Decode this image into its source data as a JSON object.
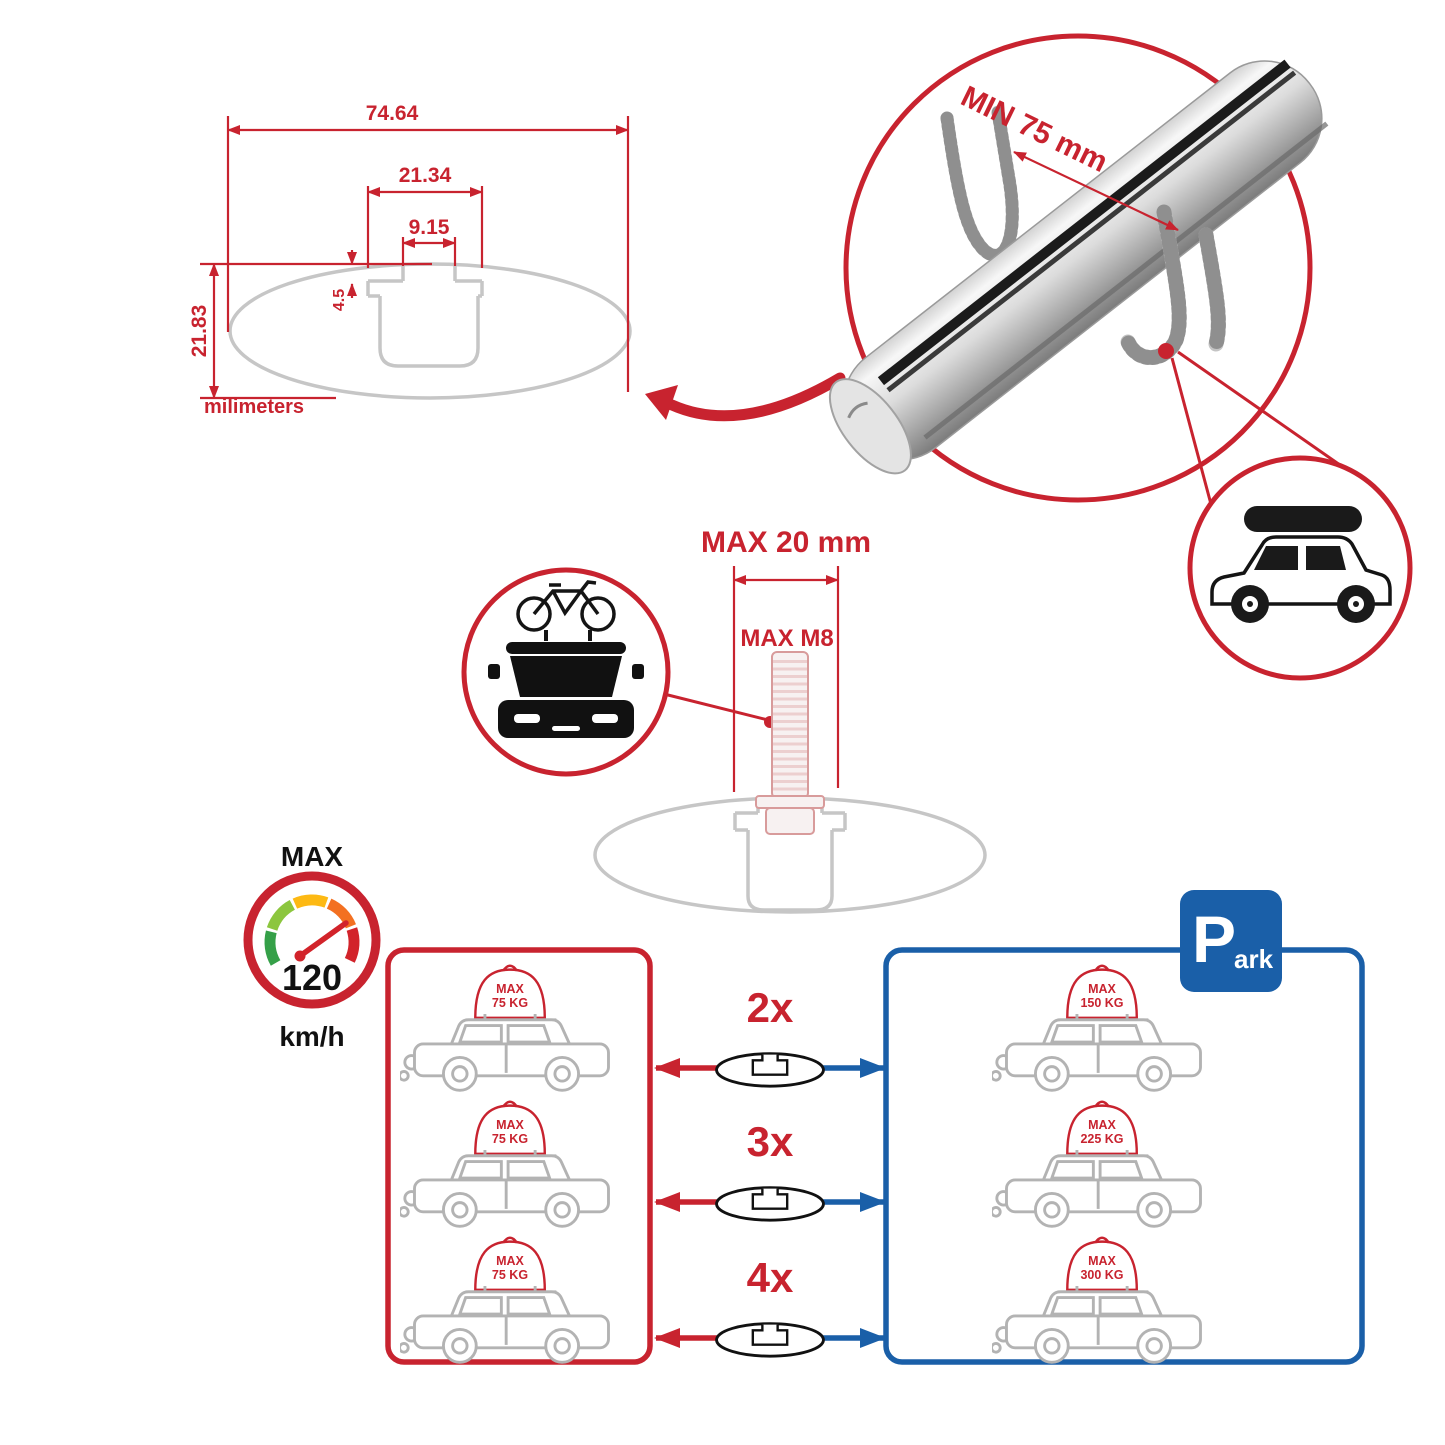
{
  "colors": {
    "accent_red": "#c8232f",
    "accent_blue": "#1a5fa8",
    "outline_gray": "#c6c6c6",
    "car_gray": "#b3b3b3"
  },
  "profile_dimensions": {
    "total_width": "74.64",
    "channel_outer_width": "21.34",
    "channel_slot_width": "9.15",
    "lip_depth": "4.5",
    "total_height": "21.83",
    "unit_label": "milimeters"
  },
  "bar_closeup": {
    "clamp_min_label": "MIN 75 mm"
  },
  "mount_bolt": {
    "max_length_label": "MAX 20 mm",
    "max_thread_label": "MAX M8"
  },
  "speed_limit": {
    "label": "MAX",
    "value": "120",
    "unit": "km/h"
  },
  "parking_sign": {
    "letter": "P",
    "suffix": "ark"
  },
  "capacity_rows": [
    {
      "multiplier": "2x",
      "left_car": {
        "label": "MAX",
        "value": "75 KG"
      },
      "right_car": {
        "label": "MAX",
        "value": "150 KG"
      }
    },
    {
      "multiplier": "3x",
      "left_car": {
        "label": "MAX",
        "value": "75 KG"
      },
      "right_car": {
        "label": "MAX",
        "value": "225 KG"
      }
    },
    {
      "multiplier": "4x",
      "left_car": {
        "label": "MAX",
        "value": "75 KG"
      },
      "right_car": {
        "label": "MAX",
        "value": "300 KG"
      }
    }
  ],
  "icons": {
    "speedometer": "speedometer-gauge-icon",
    "parking": "parking-sign-icon",
    "bike_on_car": "car-with-bike-icon",
    "suv_roof_box": "suv-with-roof-box-icon",
    "crossbar_profile": "crossbar-profile-icon"
  }
}
